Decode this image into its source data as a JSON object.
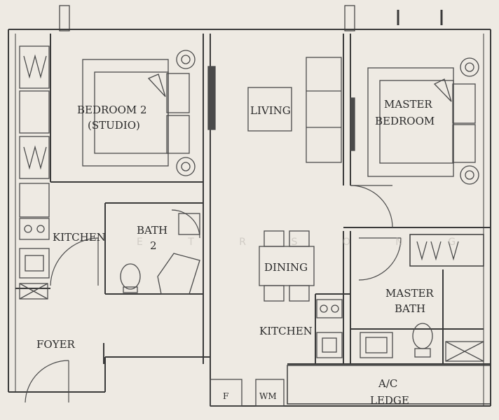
{
  "plan": {
    "background": "#eeeae3",
    "wall_color": "#3a3a3a",
    "fixture_color": "#4a4a4a",
    "labels": {
      "bedroom2_line1": "BEDROOM 2",
      "bedroom2_line2": "(STUDIO)",
      "living": "LIVING",
      "master_line1": "MASTER",
      "master_line2": "BEDROOM",
      "kitchen_left": "KITCHEN",
      "bath2_line1": "BATH",
      "bath2_line2": "2",
      "dining": "DINING",
      "kitchen_right": "KITCHEN",
      "master_bath_line1": "MASTER",
      "master_bath_line2": "BATH",
      "foyer": "FOYER",
      "fridge": "F",
      "washer": "WM",
      "ac_line1": "A/C",
      "ac_line2": "LEDGE"
    },
    "watermark": "E  T  R  S  O  N  G  .  H"
  }
}
